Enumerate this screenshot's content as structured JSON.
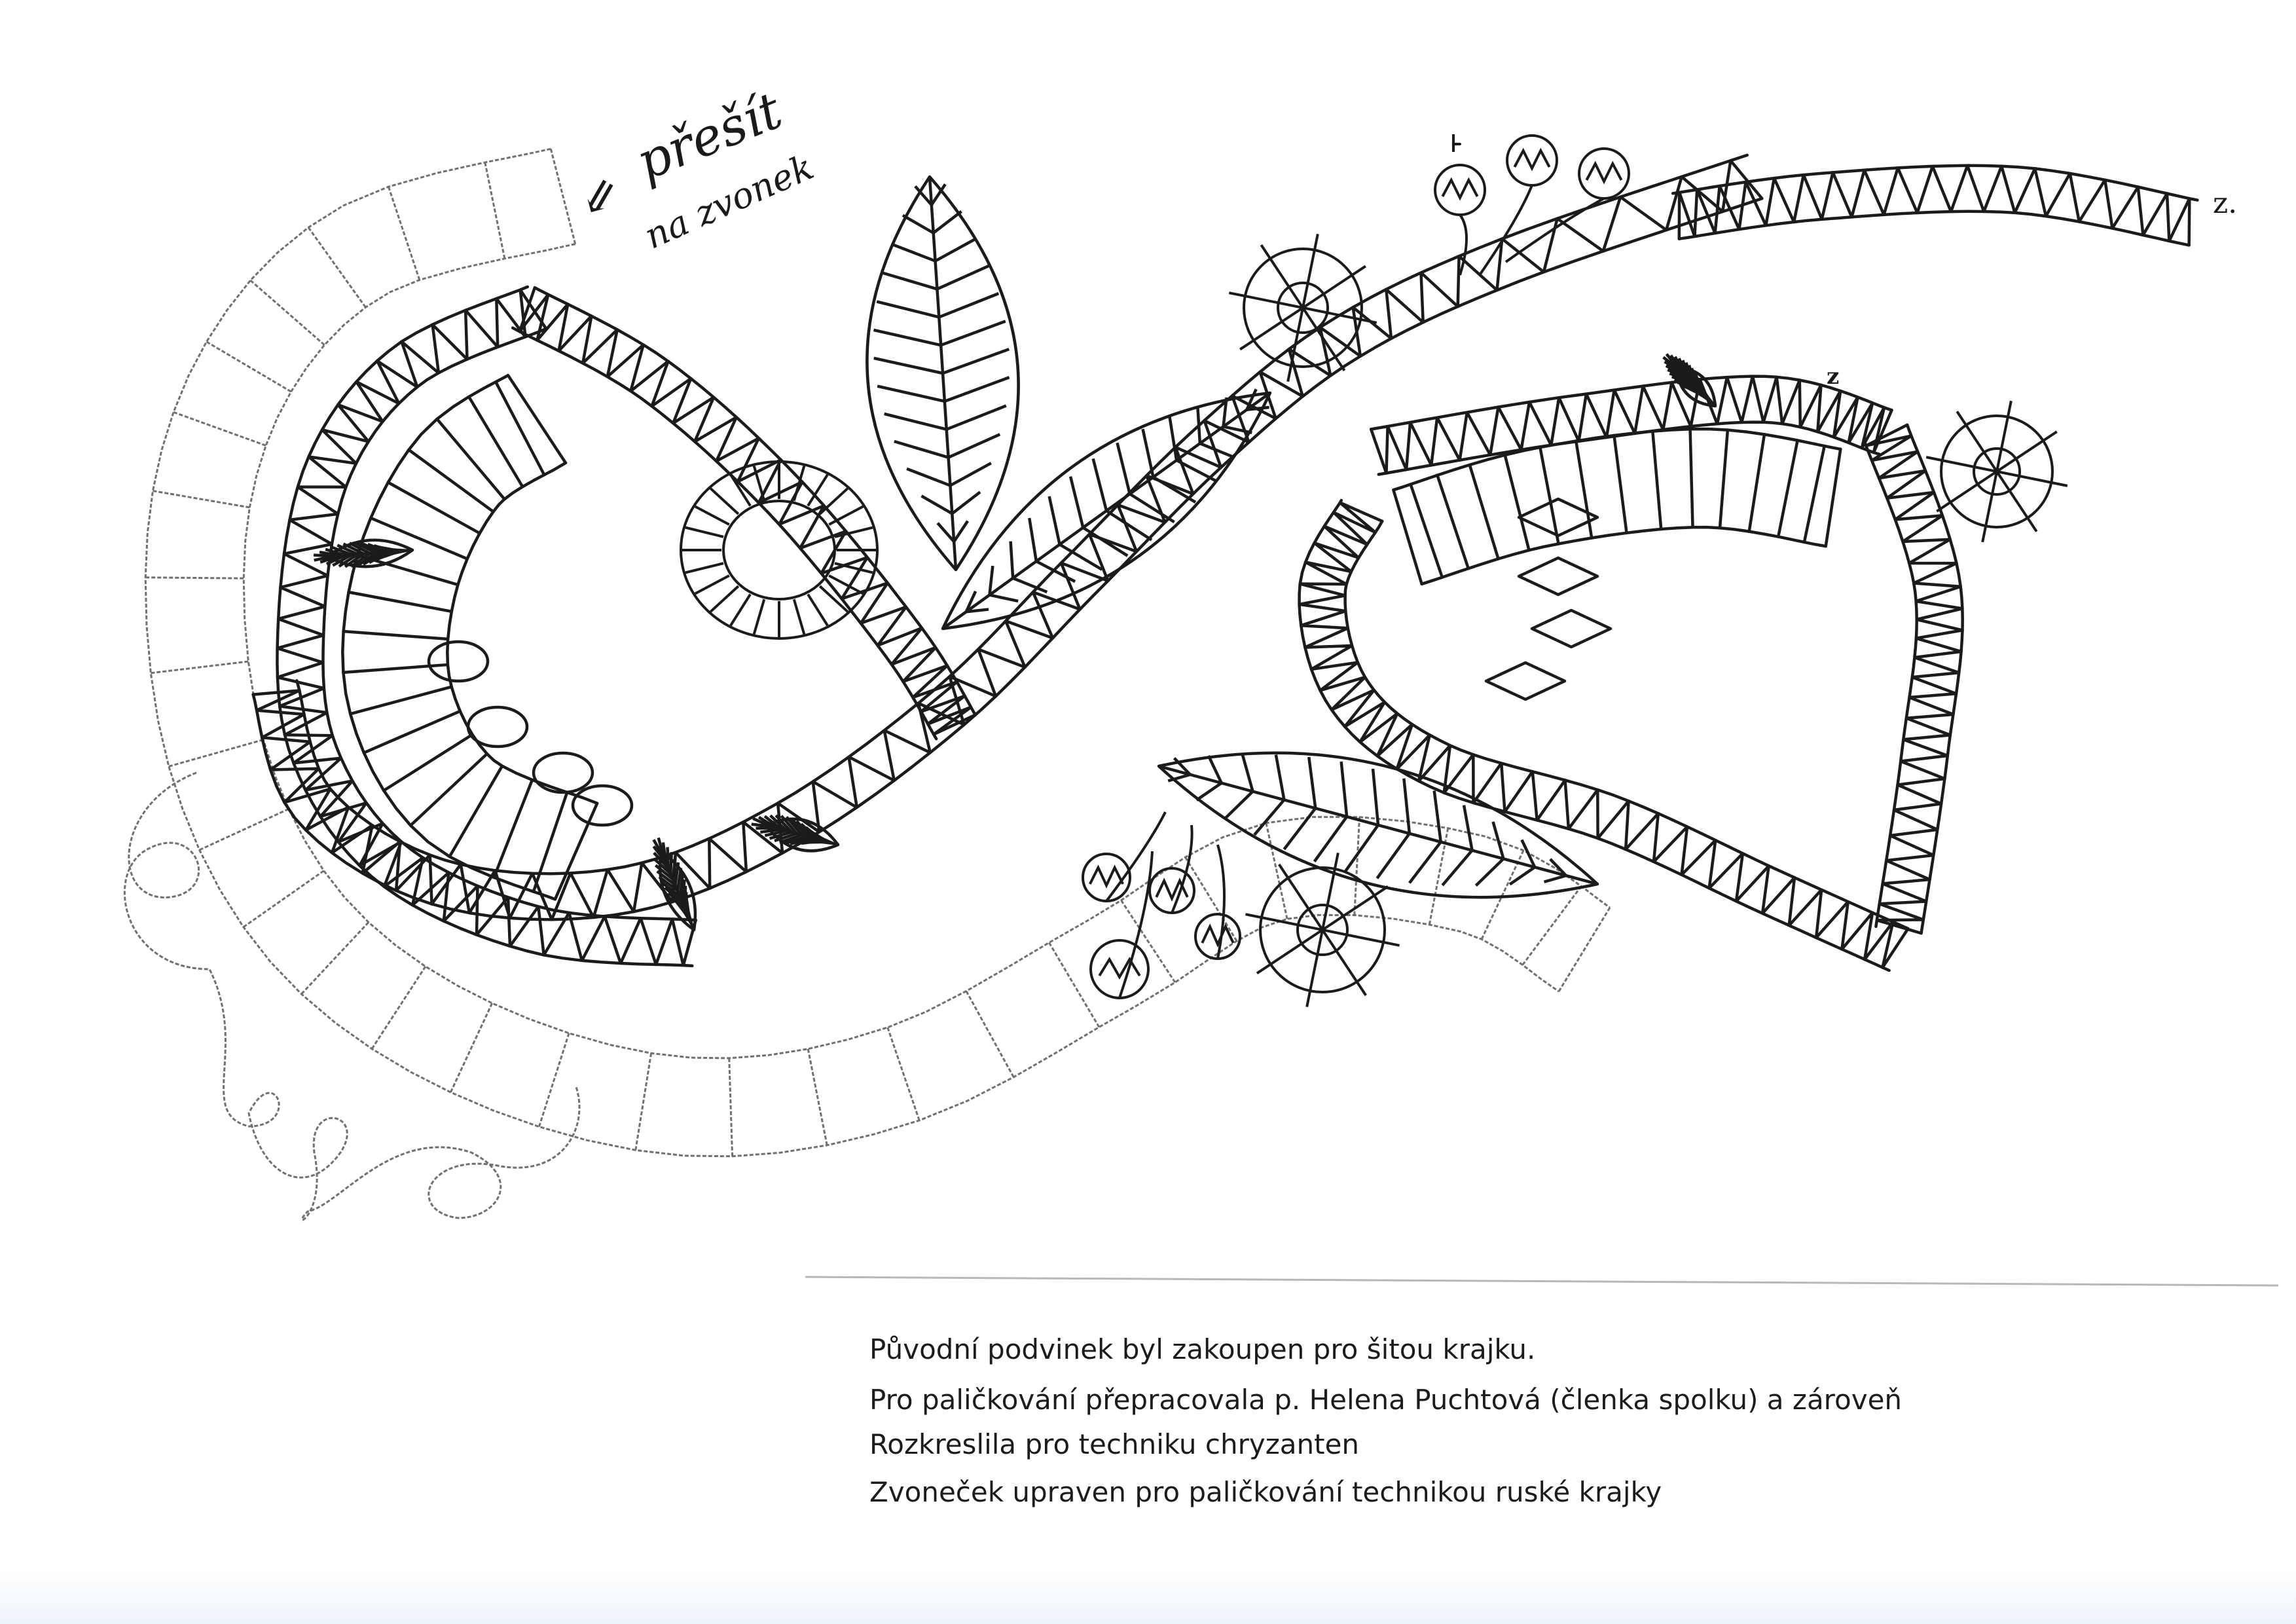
{
  "annotations": {
    "handwritten_line1": "přešít",
    "handwritten_line2": "na zvonek",
    "arrow_mark": "⇐",
    "label_z1": "z.",
    "label_z2": "z"
  },
  "notes": [
    "Původní podvinek byl zakoupen pro šitou krajku.",
    "Pro paličkování přepracovala p. Helena Puchtová  (členka spolku) a zároveň",
    "Rozkreslila pro techniku chryzanten",
    "Zvoneček upraven pro paličkování  technikou ruské krajky"
  ],
  "colors": {
    "ink": "#1b1b1b",
    "pencil": "#6f6f6f",
    "paper": "#ffffff"
  }
}
